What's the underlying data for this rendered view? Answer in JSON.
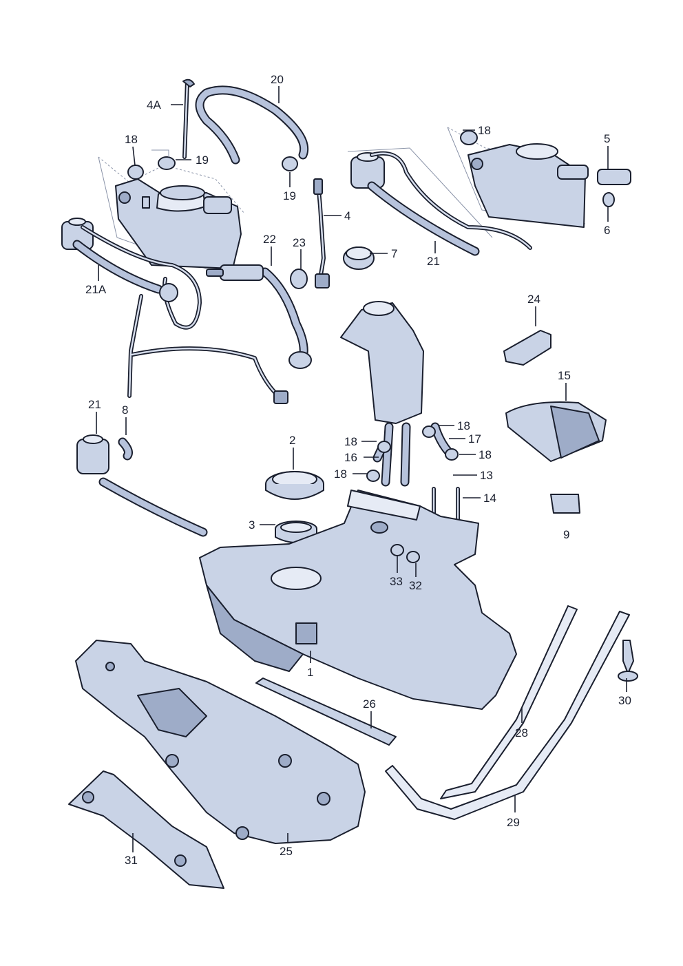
{
  "labels": {
    "l_4A": "4A",
    "l_20": "20",
    "l_18a": "18",
    "l_19a": "19",
    "l_19b": "19",
    "l_4": "4",
    "l_18b": "18",
    "l_5": "5",
    "l_6": "6",
    "l_21A": "21A",
    "l_22": "22",
    "l_23": "23",
    "l_7": "7",
    "l_21a": "21",
    "l_24": "24",
    "l_21b": "21",
    "l_8": "8",
    "l_15": "15",
    "l_2": "2",
    "l_18c": "18",
    "l_16": "16",
    "l_18d": "18",
    "l_18e": "18",
    "l_17": "17",
    "l_18f": "18",
    "l_13": "13",
    "l_14": "14",
    "l_3": "3",
    "l_9": "9",
    "l_33": "33",
    "l_32": "32",
    "l_1": "1",
    "l_26": "26",
    "l_28": "28",
    "l_30": "30",
    "l_29": "29",
    "l_25": "25",
    "l_31": "31"
  }
}
